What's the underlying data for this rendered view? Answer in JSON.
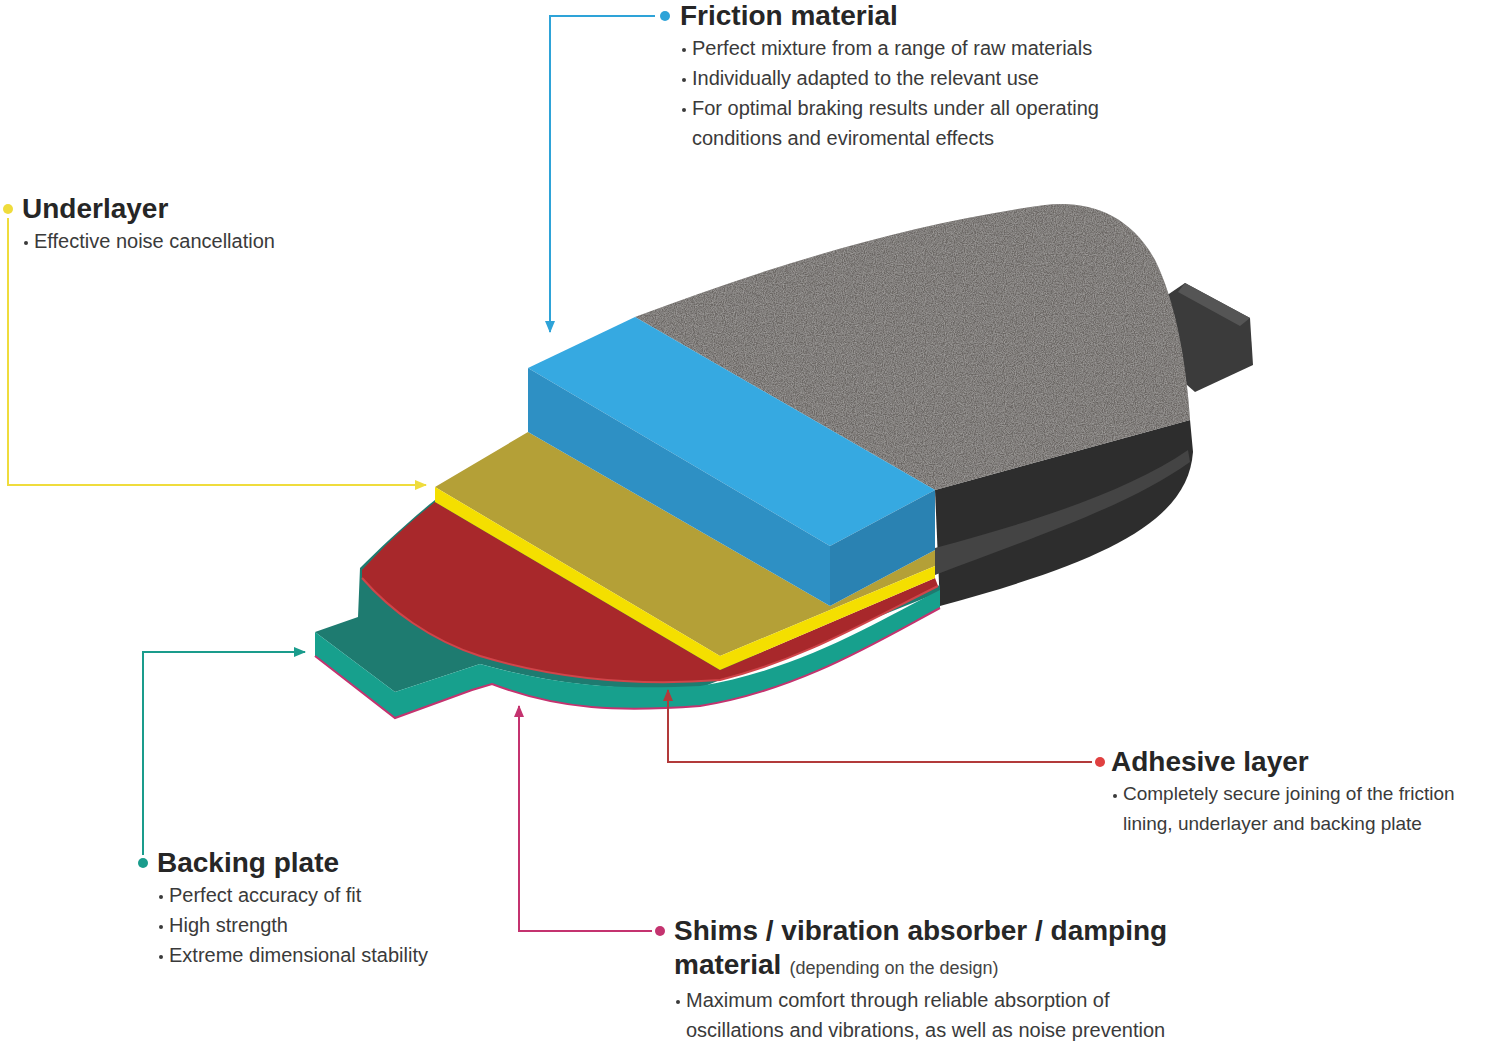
{
  "diagram": {
    "labels": [
      "Friction material",
      "Perfect mixture from a range of raw materials",
      "Individually adapted to the relevant use",
      "For optimal braking results under all operating conditions and eviromental effects",
      "Underlayer",
      "Effective noise cancellation",
      "Adhesive layer",
      "Completely secure joining of the friction lining, underlayer and backing plate",
      "Backing plate",
      "Perfect accuracy of fit",
      "High strength",
      "Extreme dimensional stability",
      "Shims / vibration absorber / damping material",
      "(depending on the design)",
      "Maximum comfort through reliable absorption of oscillations and vibrations, as well as noise prevention"
    ]
  }
}
